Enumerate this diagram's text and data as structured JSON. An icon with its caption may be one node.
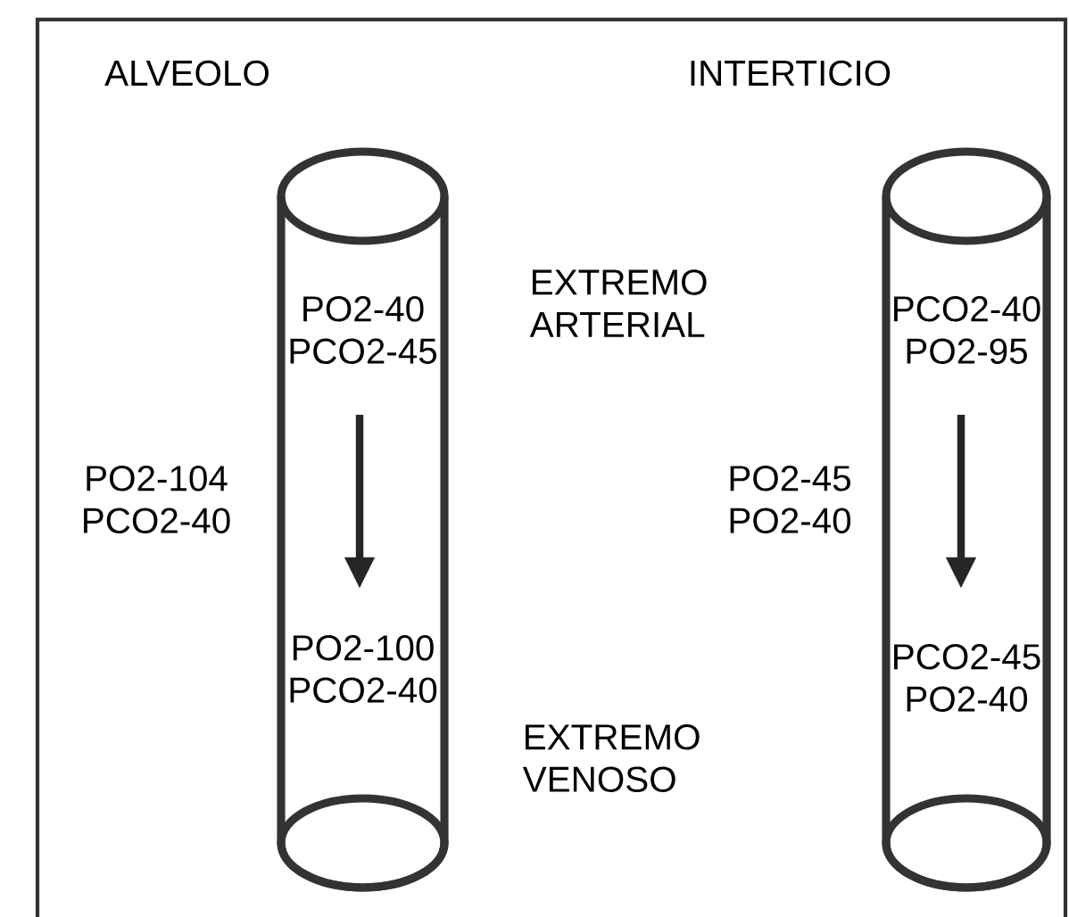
{
  "diagram": {
    "nodes": [
      {
        "text": [
          "PO2-40 PCO2-45",
          "PO2-100 PCO2-40"
        ]
      },
      {
        "text": [
          "PCO2-40 PO2-95",
          "PCO2-45 PO2-40"
        ]
      }
    ],
    "labels": [
      "ALVEOLO",
      "INTERTICIO",
      "EXTREMO ARTERIAL",
      "PO2-104 PCO2-40",
      "PO2-45 PO2-40",
      "EXTREMO VENOSO"
    ]
  }
}
